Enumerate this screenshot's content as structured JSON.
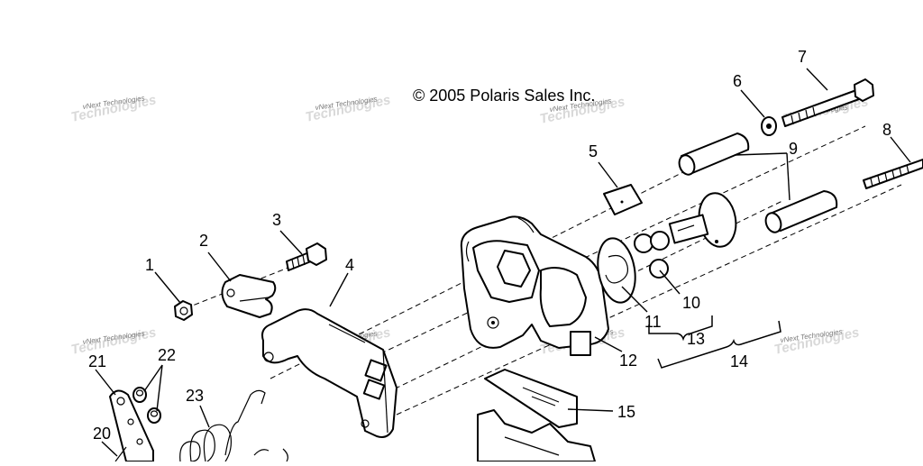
{
  "copyright": "© 2005 Polaris Sales Inc.",
  "watermark": "vNext Technologies",
  "callouts": [
    "1",
    "2",
    "3",
    "4",
    "5",
    "6",
    "7",
    "8",
    "9",
    "10",
    "11",
    "12",
    "13",
    "14",
    "15",
    "20",
    "21",
    "22",
    "23"
  ]
}
